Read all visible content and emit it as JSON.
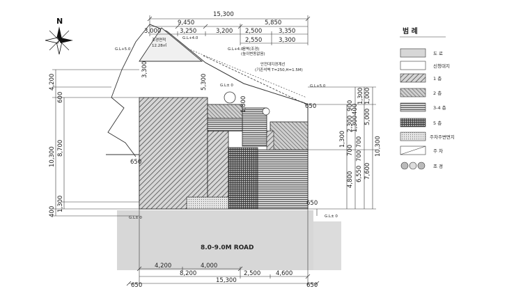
{
  "north": "N",
  "legend": {
    "title": "범 례",
    "items": [
      {
        "key": "road",
        "label": "도 로"
      },
      {
        "key": "site",
        "label": "신청대지"
      },
      {
        "key": "f1",
        "label": "1 층"
      },
      {
        "key": "f2",
        "label": "2 층"
      },
      {
        "key": "f34",
        "label": "3-4 층"
      },
      {
        "key": "f5",
        "label": "5 층"
      },
      {
        "key": "parking",
        "label": "주차주변면지"
      },
      {
        "key": "car",
        "label": "주 차"
      },
      {
        "key": "landscape",
        "label": "조 경"
      }
    ]
  },
  "road_label": "8.0-9.0M ROAD",
  "annotations": {
    "landscape_area": "조경면적",
    "landscape_value": "12.28㎡",
    "retaining": "옹벽(조경)",
    "retaining_sub": "(높이변동없음)",
    "fence": "안전대지경계선",
    "fence_sub": "(기존석벽 T=250,H=1.5M)"
  },
  "gl_marks": [
    "G.L+5.0",
    "G.L+4.0",
    "G.L+5.0",
    "G.L± 0",
    "G.L± 0",
    "G.L± 0",
    "G.L+4.0"
  ],
  "dims_top": {
    "d1": "15,300",
    "d2": "9,450",
    "d3": "5,850",
    "d4": "3,000",
    "d5": "3,250",
    "d6": "3,200",
    "d7": "2,500",
    "d8": "3,350",
    "d9": "2,550",
    "d10": "3,300"
  },
  "dims_bottom": {
    "b1": "4,200",
    "b2": "4,000",
    "b3": "8,200",
    "b4": "2,500",
    "b5": "4,600",
    "b6": "650",
    "b7": "15,300",
    "b8": "650"
  },
  "dims_left": {
    "l1": "4,200",
    "l2": "600",
    "l3": "10,300",
    "l4": "8,700",
    "l5": "400",
    "l6": "1,300",
    "l7": "650"
  },
  "dims_right": {
    "r1": "1,300",
    "r2": "900",
    "r3": "2,300",
    "r4": "1,300",
    "r5": "400",
    "r6": "700",
    "r7": "4,800",
    "r8": "6,550",
    "r9": "7,600",
    "r10": "10,300",
    "r11": "1,000",
    "r12": "1,300",
    "r13": "5,000",
    "r14": "650",
    "r15": "650",
    "r16": "700",
    "r17": "700"
  },
  "dims_misc": {
    "m1": "5,300",
    "m2": "1,800",
    "m3": "3,300"
  }
}
